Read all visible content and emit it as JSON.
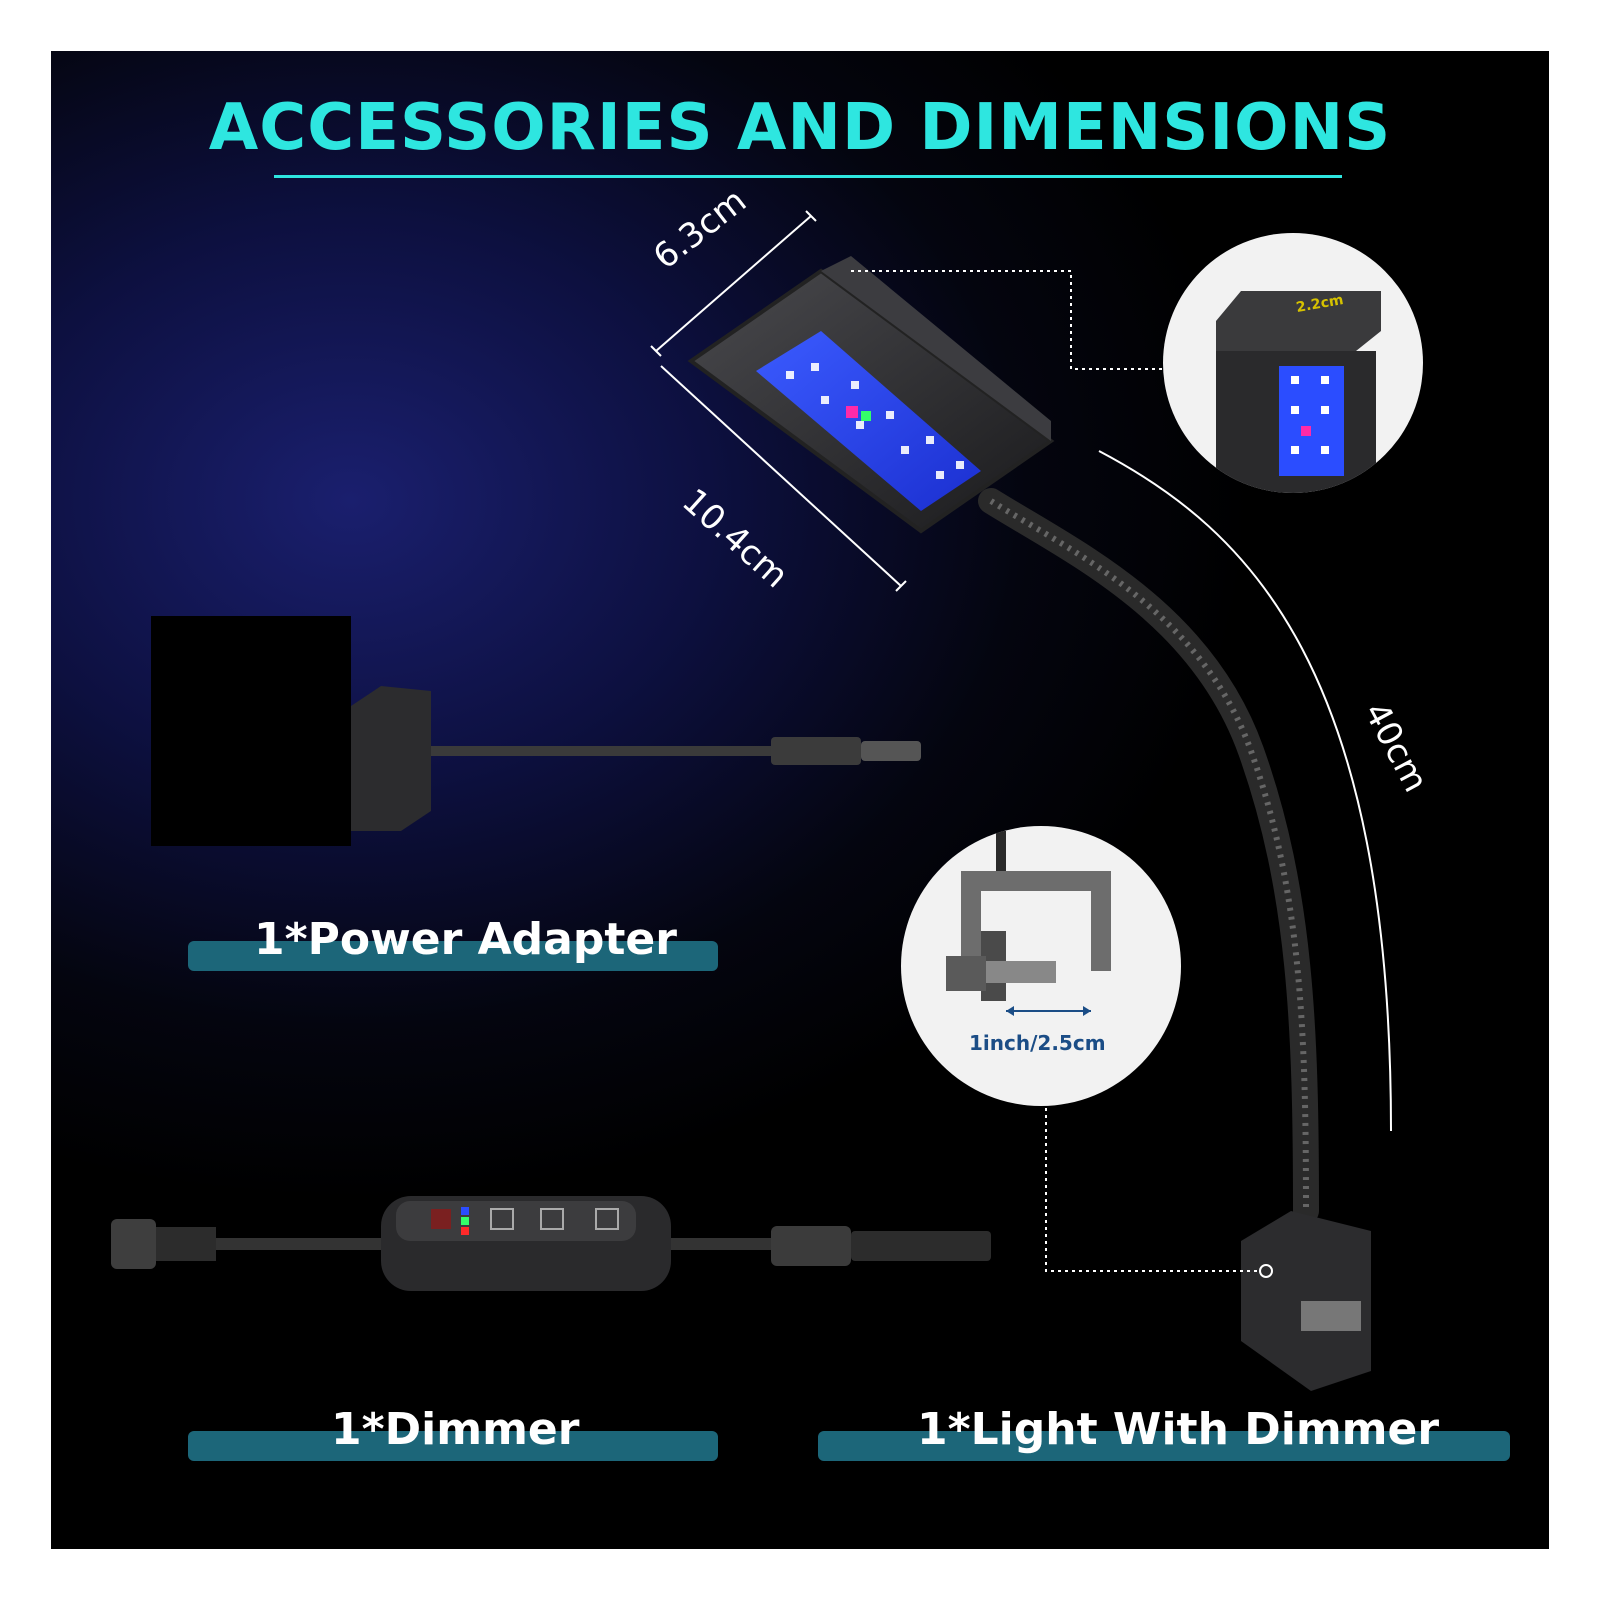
{
  "title": "ACCESSORIES AND DIMENSIONS",
  "labels": {
    "power_adapter": "1*Power Adapter",
    "dimmer": "1*Dimmer",
    "light_with_dimmer": "1*Light With Dimmer"
  },
  "dimensions": {
    "width": "6.3cm",
    "length": "10.4cm",
    "height": "2.2cm",
    "gooseneck": "40cm",
    "clamp": "1inch/2.5cm"
  },
  "colors": {
    "title": "#2ee6e0",
    "label_bar": "#1c6679",
    "led_blue": "#2b4dff"
  }
}
